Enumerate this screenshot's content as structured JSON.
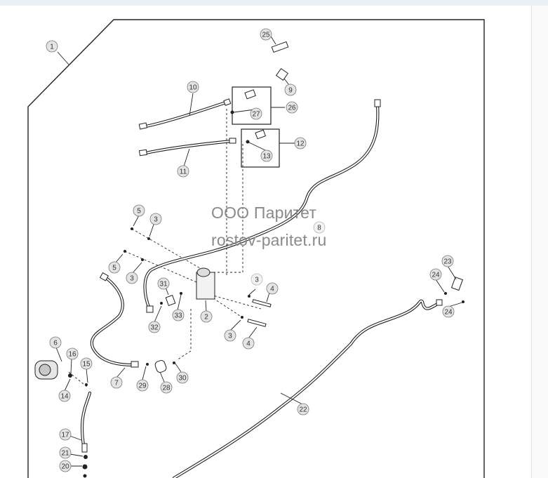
{
  "watermark": {
    "line1": "ООО Паритет",
    "line2": "rostov-paritet.ru"
  },
  "callouts": [
    {
      "id": "c1",
      "label": "1",
      "gray": false
    },
    {
      "id": "c25",
      "label": "25",
      "gray": false
    },
    {
      "id": "c9",
      "label": "9",
      "gray": false
    },
    {
      "id": "c10",
      "label": "10",
      "gray": false
    },
    {
      "id": "c27",
      "label": "27",
      "gray": false
    },
    {
      "id": "c26",
      "label": "26",
      "gray": false
    },
    {
      "id": "c12",
      "label": "12",
      "gray": false
    },
    {
      "id": "c13",
      "label": "13",
      "gray": false
    },
    {
      "id": "c11",
      "label": "11",
      "gray": false
    },
    {
      "id": "c5a",
      "label": "5",
      "gray": false
    },
    {
      "id": "c3a",
      "label": "3",
      "gray": false
    },
    {
      "id": "c8",
      "label": "8",
      "gray": true
    },
    {
      "id": "c5b",
      "label": "5",
      "gray": false
    },
    {
      "id": "c3b",
      "label": "3",
      "gray": false
    },
    {
      "id": "c31",
      "label": "31",
      "gray": false
    },
    {
      "id": "c3c",
      "label": "3",
      "gray": true
    },
    {
      "id": "c4a",
      "label": "4",
      "gray": false
    },
    {
      "id": "c32",
      "label": "32",
      "gray": false
    },
    {
      "id": "c33",
      "label": "33",
      "gray": false
    },
    {
      "id": "c2",
      "label": "2",
      "gray": false
    },
    {
      "id": "c23",
      "label": "23",
      "gray": false
    },
    {
      "id": "c24a",
      "label": "24",
      "gray": false
    },
    {
      "id": "c24b",
      "label": "24",
      "gray": false
    },
    {
      "id": "c3d",
      "label": "3",
      "gray": false
    },
    {
      "id": "c4b",
      "label": "4",
      "gray": false
    },
    {
      "id": "c6",
      "label": "6",
      "gray": false
    },
    {
      "id": "c16",
      "label": "16",
      "gray": false
    },
    {
      "id": "c15",
      "label": "15",
      "gray": false
    },
    {
      "id": "c14",
      "label": "14",
      "gray": false
    },
    {
      "id": "c7",
      "label": "7",
      "gray": false
    },
    {
      "id": "c29",
      "label": "29",
      "gray": false
    },
    {
      "id": "c28",
      "label": "28",
      "gray": false
    },
    {
      "id": "c30",
      "label": "30",
      "gray": false
    },
    {
      "id": "c22",
      "label": "22",
      "gray": false
    },
    {
      "id": "c17",
      "label": "17",
      "gray": false
    },
    {
      "id": "c21",
      "label": "21",
      "gray": false
    },
    {
      "id": "c20",
      "label": "20",
      "gray": false
    }
  ]
}
